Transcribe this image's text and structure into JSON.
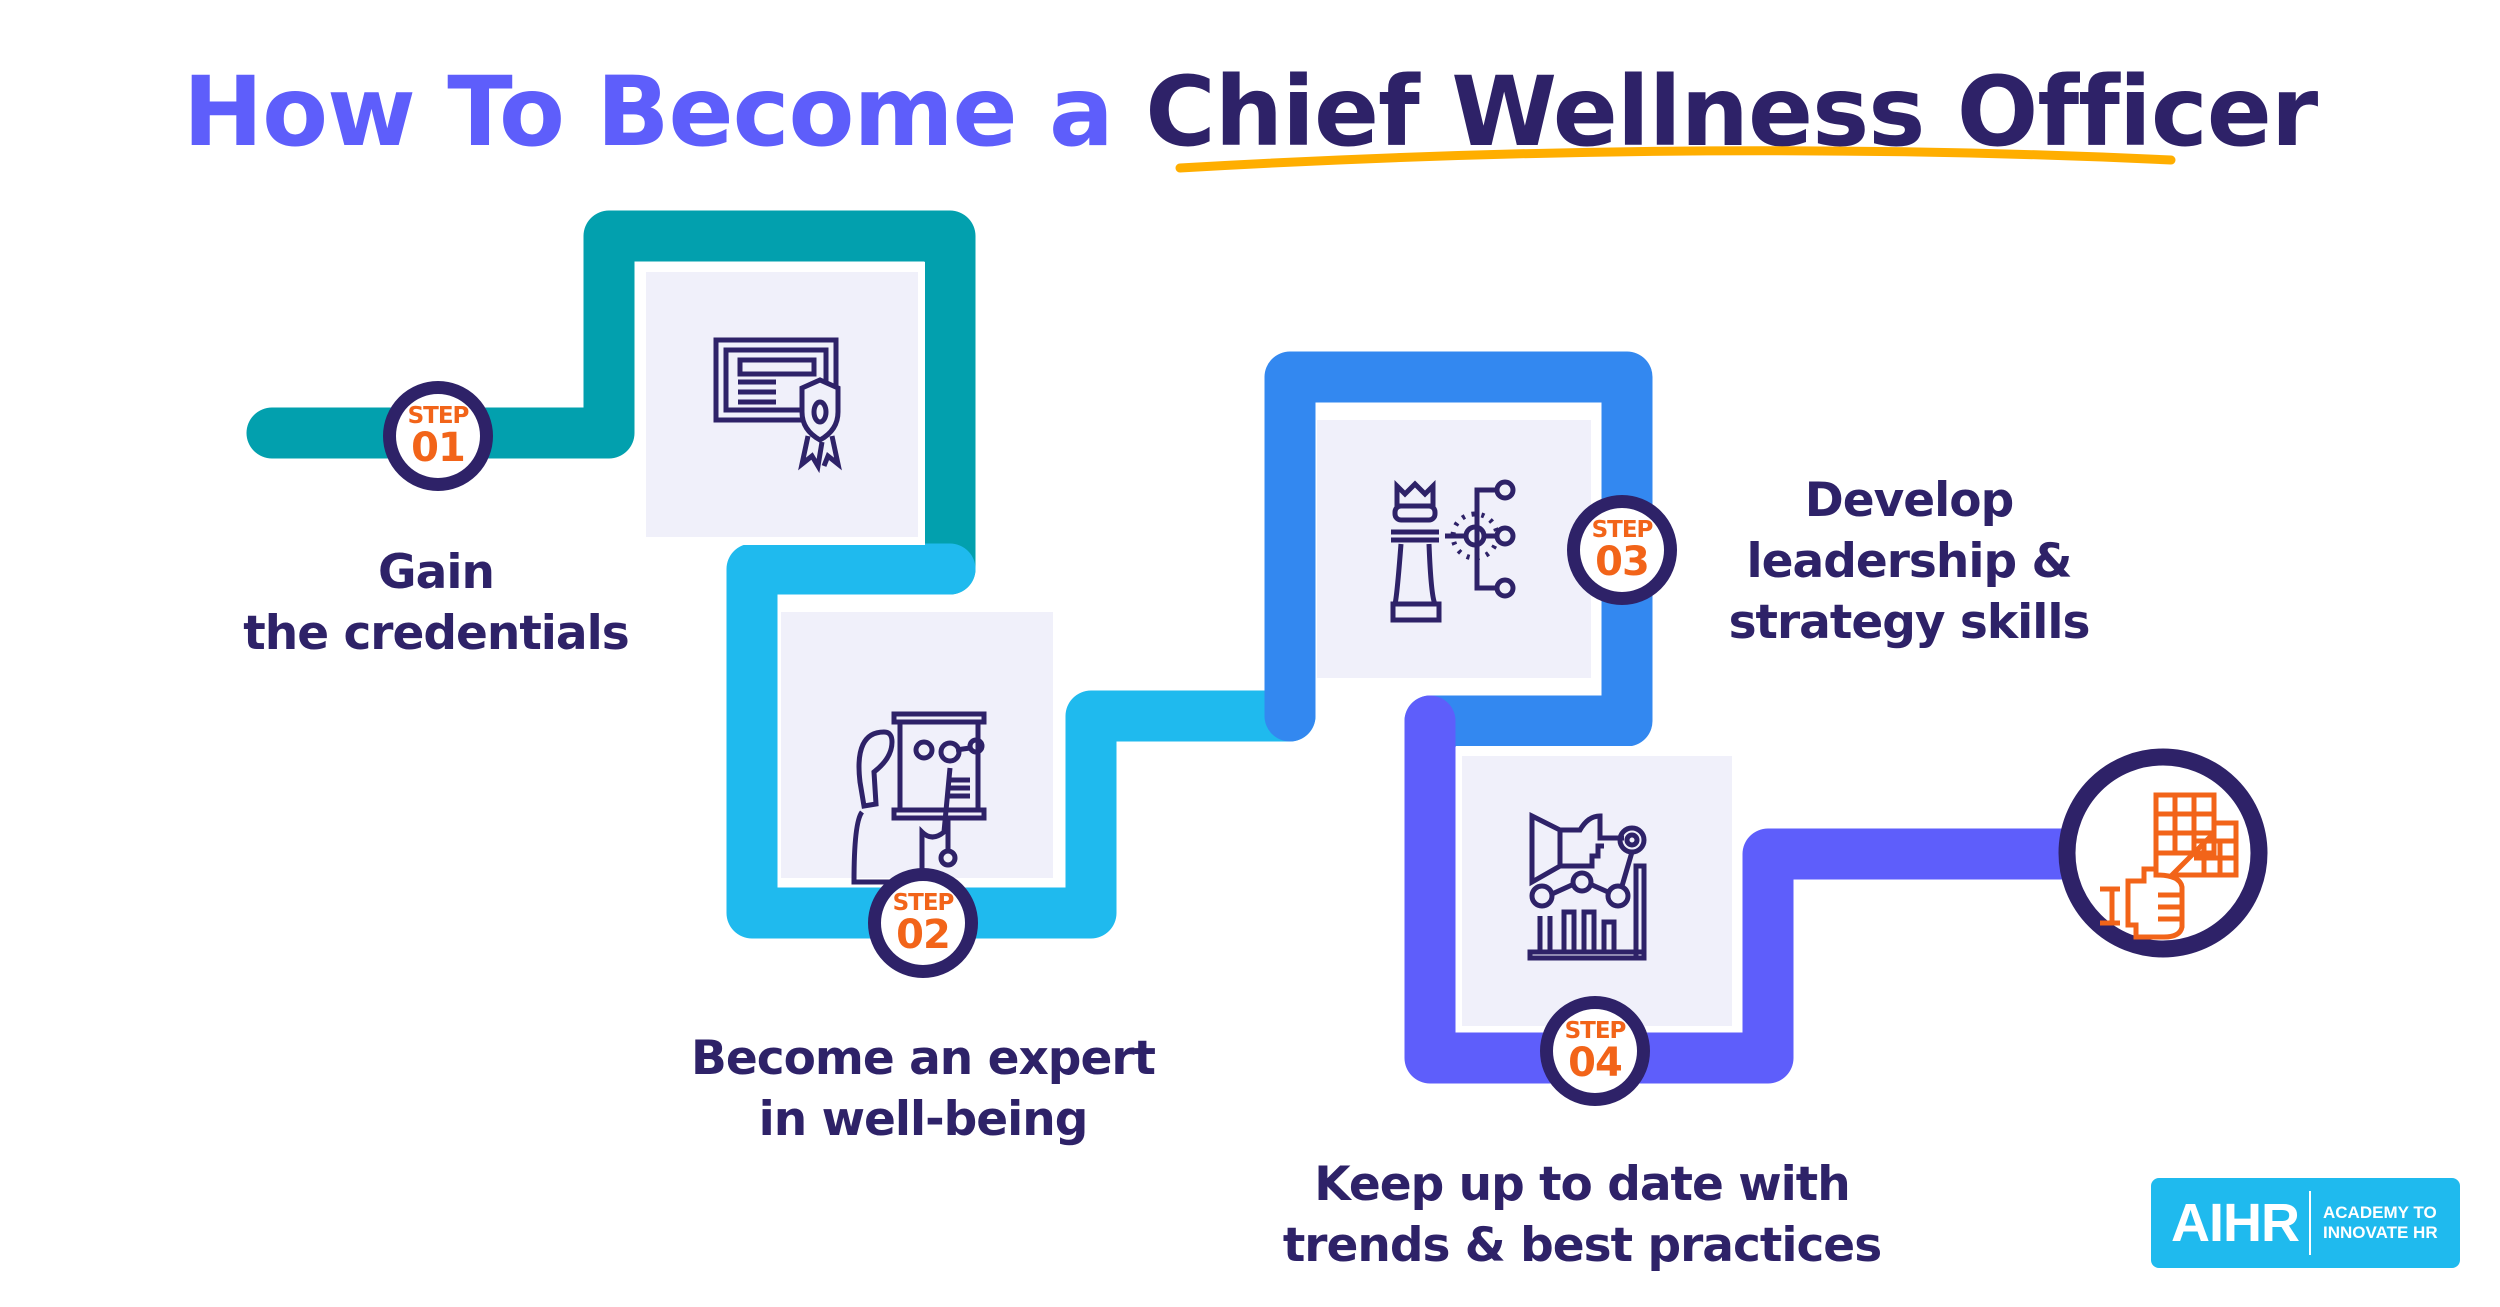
{
  "title": {
    "part1": "How To Become a ",
    "part2": "Chief Wellness Officer",
    "underline_color": "#FFAE00"
  },
  "colors": {
    "step1_path": "#02A0AE",
    "step2_path": "#1FBAEE",
    "step3_path": "#3388F0",
    "step4_path": "#5E5EFB",
    "dark_navy": "#2E2268",
    "accent_orange": "#F26419",
    "box_fill": "#F0F0FA"
  },
  "steps": [
    {
      "badge_label": "STEP",
      "number": "01",
      "icon": "certificate-shield-icon",
      "lines": [
        "Gain",
        "the credentials"
      ]
    },
    {
      "badge_label": "STEP",
      "number": "02",
      "icon": "presenter-whiteboard-icon",
      "lines": [
        "Become an expert",
        "in well-being"
      ]
    },
    {
      "badge_label": "STEP",
      "number": "03",
      "icon": "chess-strategy-icon",
      "lines": [
        "Develop",
        "leadership &",
        "strategy skills"
      ]
    },
    {
      "badge_label": "STEP",
      "number": "04",
      "icon": "trend-analytics-icon",
      "lines": [
        "Keep up to date with",
        "trends & best practices"
      ]
    }
  ],
  "finish": {
    "icon": "finish-flag-icon"
  },
  "logo": {
    "abbr": "AIHR",
    "line1": "ACADEMY TO",
    "line2": "INNOVATE HR"
  }
}
